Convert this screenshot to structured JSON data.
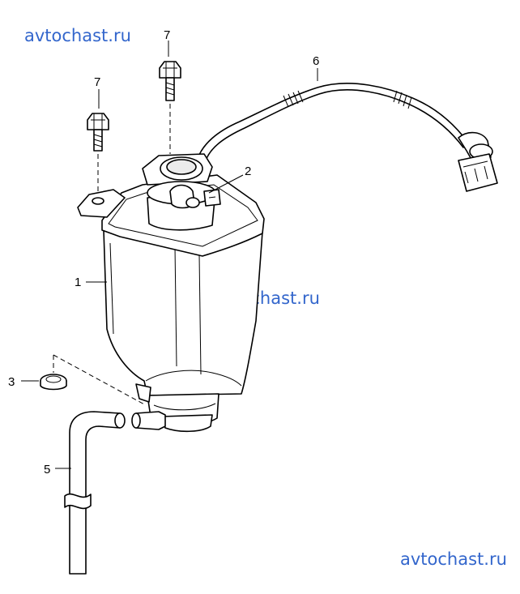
{
  "watermarks": [
    "avtochast.ru",
    "avtochast.ru",
    "avtochast.ru"
  ],
  "colors": {
    "watermark": "#3366cc",
    "line": "#000000",
    "background": "#ffffff"
  },
  "callouts": {
    "tank": "1",
    "valve": "2",
    "cap": "3",
    "hose": "5",
    "wire": "6",
    "bolt_left": "7",
    "bolt_right": "7"
  }
}
